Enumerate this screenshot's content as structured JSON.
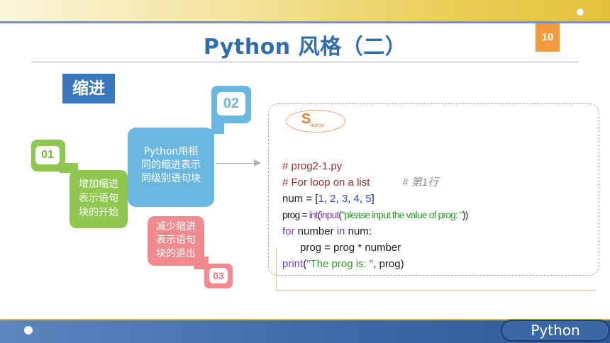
{
  "slide": {
    "title": "Python 风格（二）",
    "page_number": "10",
    "section_label": "缩进"
  },
  "steps": [
    {
      "badge": "01",
      "text_lines": [
        "增加缩进",
        "表示语句",
        "块的开始"
      ],
      "color": "#8fc750"
    },
    {
      "badge": "02",
      "text_lines": [
        "Python用相",
        "同的缩进表示",
        "同级别语句块"
      ],
      "color": "#6ab8e2"
    },
    {
      "badge": "03",
      "text_lines": [
        "减少缩进",
        "表示语句",
        "块的退出"
      ],
      "color": "#f08a8f"
    }
  ],
  "source_badge": {
    "first_letter": "S",
    "rest": "ource"
  },
  "code": {
    "line1": "# prog2-1.py",
    "line2_comment": "# For loop on a list",
    "line2_note": "# 第1行",
    "line3_prefix": "num = [",
    "line3_values": [
      "1",
      "2",
      "3",
      "4",
      "5"
    ],
    "line3_suffix": "]",
    "line4_var": "prog",
    "line4_eq": " = ",
    "line4_int": "int",
    "line4_input": "input",
    "line4_str": "\"please input the value of prog: \"",
    "line4_close": "))",
    "line5_for": "for",
    "line5_var": " number ",
    "line5_in": "in",
    "line5_rest": " num:",
    "line6": "      prog = prog * number",
    "line7_print": "print",
    "line7_str": "\"The prog is: \"",
    "line7_rest": ", prog)"
  },
  "footer": {
    "label": "Python"
  },
  "colors": {
    "title_blue": "#2f6cb0",
    "accent_orange": "#f39a3c",
    "band_blue": "#3d6aa8"
  }
}
